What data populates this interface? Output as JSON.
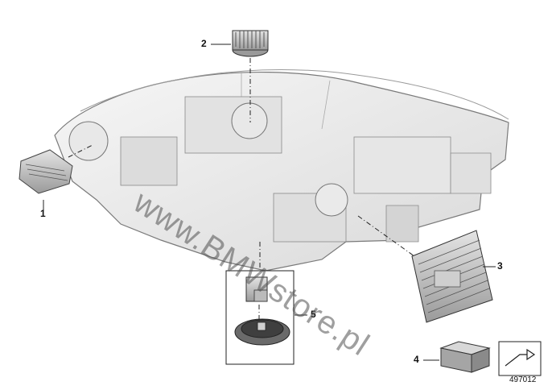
{
  "callouts": {
    "c1": "1",
    "c2": "2",
    "c3": "3",
    "c4": "4",
    "c5": "5"
  },
  "watermark": "www.BMWstore.pl",
  "doc_number": "497012",
  "colors": {
    "housing_fill": "#efefef",
    "housing_stroke": "#7a7a7a",
    "part_dark": "#555555",
    "part_light": "#cfcfcf",
    "line": "#222222"
  },
  "icons": {
    "navigation": "arrow-right-icon"
  }
}
